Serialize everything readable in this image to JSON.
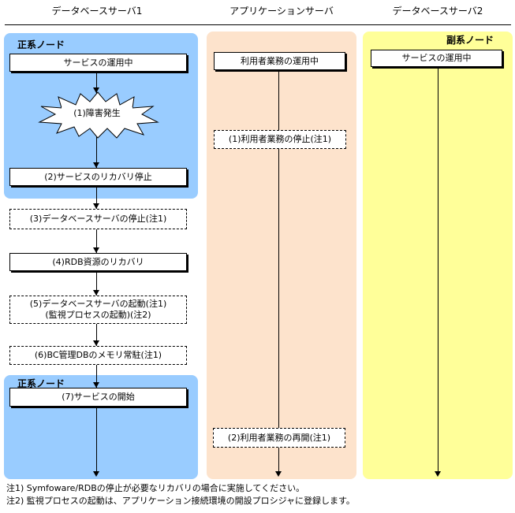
{
  "columns": {
    "db1": "データベースサーバ1",
    "app": "アプリケーションサーバ",
    "db2": "データベースサーバ2"
  },
  "nodes": {
    "primary_top": "正系ノード",
    "primary_bottom": "正系ノード",
    "secondary": "副系ノード"
  },
  "db1_steps": {
    "service_running": "サービスの運用中",
    "fault": "(1)障害発生",
    "service_recovery_stop": "(2)サービスのリカバリ停止",
    "db_server_stop": "(3)データベースサーバの停止(注1)",
    "rdb_recovery": "(4)RDB資源のリカバリ",
    "db_server_start": "(5)データベースサーバの起動(注1)\n(監視プロセスの起動)(注2)",
    "bc_resident": "(6)BC管理DBのメモリ常駐(注1)",
    "service_start": "(7)サービスの開始"
  },
  "app_steps": {
    "user_ops_running": "利用者業務の運用中",
    "user_ops_stop": "(1)利用者業務の停止(注1)",
    "user_ops_resume": "(2)利用者業務の再開(注1)"
  },
  "db2_steps": {
    "service_running": "サービスの運用中"
  },
  "notes": [
    "注1) Symfoware/RDBの停止が必要なリカバリの場合に実施してください。",
    "注2) 監視プロセスの起動は、アプリケーション接続環境の開設プロシジャに登録します。"
  ],
  "colors": {
    "primary_panel": "#99ccff",
    "app_panel": "#fde3cc",
    "secondary_panel": "#ffff99"
  }
}
